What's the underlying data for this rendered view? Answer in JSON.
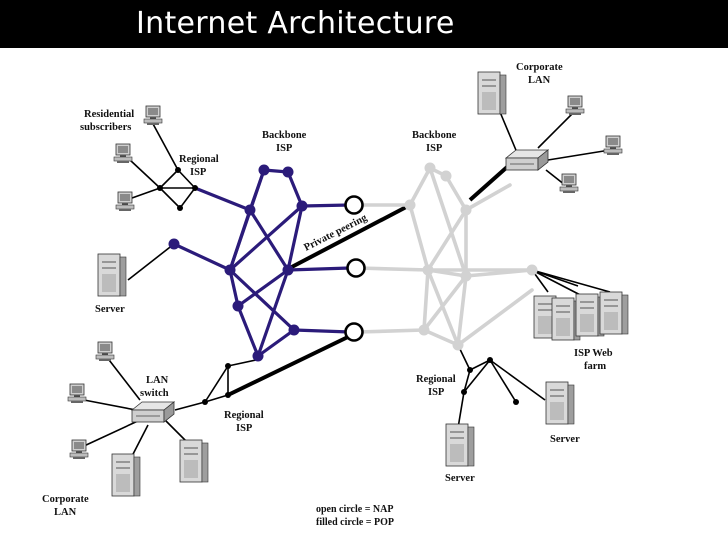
{
  "title": "Internet Architecture",
  "colors": {
    "background": "#ffffff",
    "title_bar": "#000000",
    "title_text": "#ffffff",
    "backbone_left": "#2b1b7a",
    "backbone_right": "#d2d2d2",
    "links": "#000000"
  },
  "labels": {
    "residential": [
      "Residential",
      "subscribers"
    ],
    "regional_isp_top_left": [
      "Regional",
      "ISP"
    ],
    "backbone_left": [
      "Backbone",
      "ISP"
    ],
    "backbone_right": [
      "Backbone",
      "ISP"
    ],
    "corporate_lan_top": [
      "Corporate",
      "LAN"
    ],
    "private_peering": "Private peering",
    "server_left": "Server",
    "isp_web_farm": [
      "ISP Web",
      "farm"
    ],
    "lan_switch": [
      "LAN",
      "switch"
    ],
    "regional_isp_bottom_left": [
      "Regional",
      "ISP"
    ],
    "regional_isp_bottom_right": [
      "Regional",
      "ISP"
    ],
    "server_right": "Server",
    "server_bottom": "Server",
    "corporate_lan_bottom": [
      "Corporate",
      "LAN"
    ],
    "legend_open": "open circle = NAP",
    "legend_filled": "filled circle = POP"
  }
}
